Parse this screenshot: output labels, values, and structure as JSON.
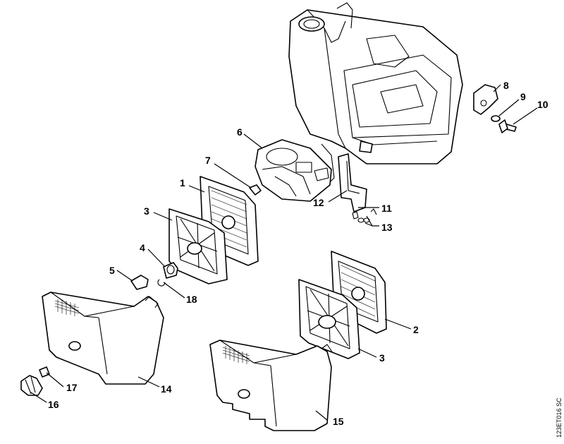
{
  "callouts": {
    "c1": "1",
    "c2": "2",
    "c3a": "3",
    "c3b": "3",
    "c4": "4",
    "c5": "5",
    "c6": "6",
    "c7": "7",
    "c8": "8",
    "c9": "9",
    "c10": "10",
    "c11": "11",
    "c12": "12",
    "c13": "13",
    "c14": "14",
    "c15": "15",
    "c16": "16",
    "c17": "17",
    "c18": "18"
  },
  "reference_code": "123ET016 SC"
}
